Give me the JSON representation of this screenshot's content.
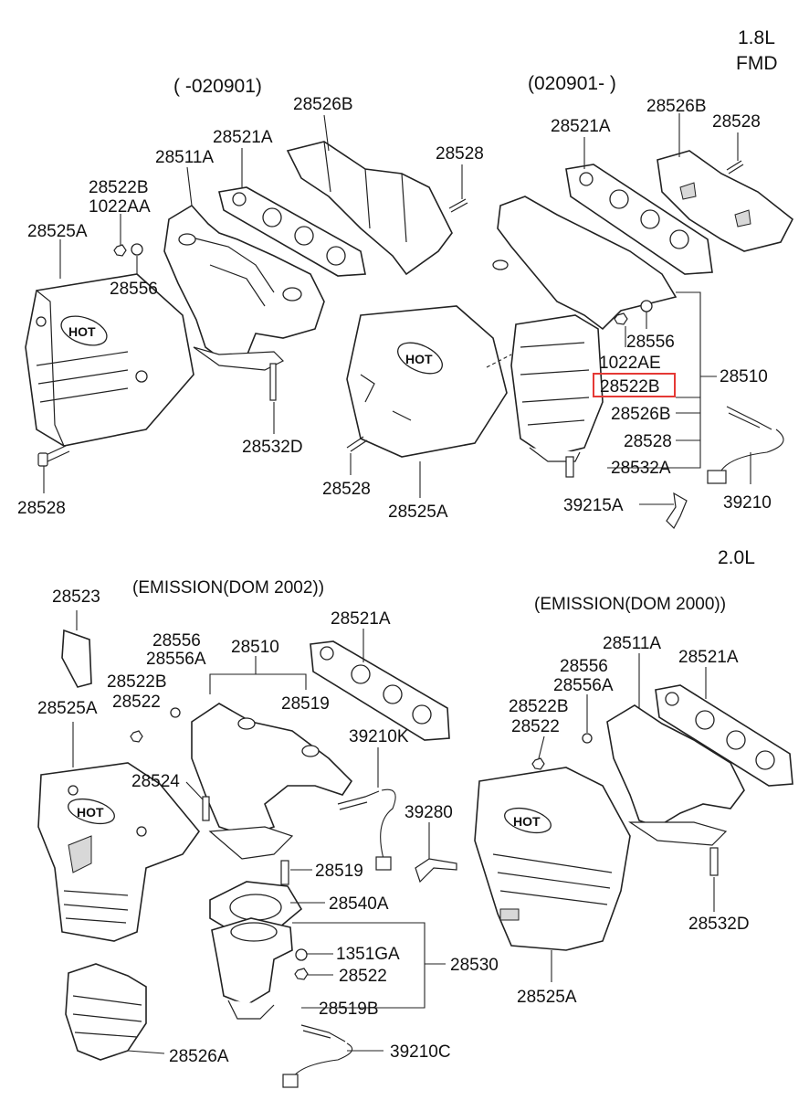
{
  "section_18l": {
    "engine": "1.8L",
    "trim": "FMD",
    "left_title": "( -020901)",
    "right_title": "(020901- )",
    "labels": {
      "l_28526B": "28526B",
      "l_28528_a": "28528",
      "l_28521A": "28521A",
      "l_28511A": "28511A",
      "l_28522B": "28522B",
      "l_1022AA": "1022AA",
      "l_28525A_a": "28525A",
      "l_28556_a": "28556",
      "l_28532D": "28532D",
      "l_28528_b": "28528",
      "l_28528_c": "28528",
      "l_28525A_b": "28525A",
      "r_28521A": "28521A",
      "r_28526B": "28526B",
      "r_28528": "28528",
      "r_28556": "28556",
      "r_1022AE": "1022AE",
      "r_28522B": "28522B",
      "r_28510": "28510",
      "r_28526B_b": "28526B",
      "r_28528_b": "28528",
      "r_28532A": "28532A",
      "r_39215A": "39215A",
      "r_39210": "39210"
    },
    "highlight": "28522B",
    "highlight_color": "#e53935"
  },
  "section_20l": {
    "engine": "2.0L",
    "left_title": "(EMISSION(DOM 2002))",
    "right_title": "(EMISSION(DOM 2000))",
    "labels": {
      "a_28523": "28523",
      "a_28556": "28556",
      "a_28556A": "28556A",
      "a_28510": "28510",
      "a_28521A": "28521A",
      "a_28522B": "28522B",
      "a_28522": "28522",
      "a_28519": "28519",
      "a_28525A": "28525A",
      "a_39210K": "39210K",
      "a_28524": "28524",
      "a_39280": "39280",
      "a_28519_b": "28519",
      "a_28540A": "28540A",
      "a_1351GA": "1351GA",
      "a_28522_b": "28522",
      "a_28530": "28530",
      "a_28519B": "28519B",
      "a_28526A": "28526A",
      "a_39210C": "39210C",
      "b_28511A": "28511A",
      "b_28556": "28556",
      "b_28521A": "28521A",
      "b_28556A": "28556A",
      "b_28522B": "28522B",
      "b_28522": "28522",
      "b_28532D": "28532D",
      "b_28525A": "28525A"
    }
  },
  "shield_logo": "HOT"
}
